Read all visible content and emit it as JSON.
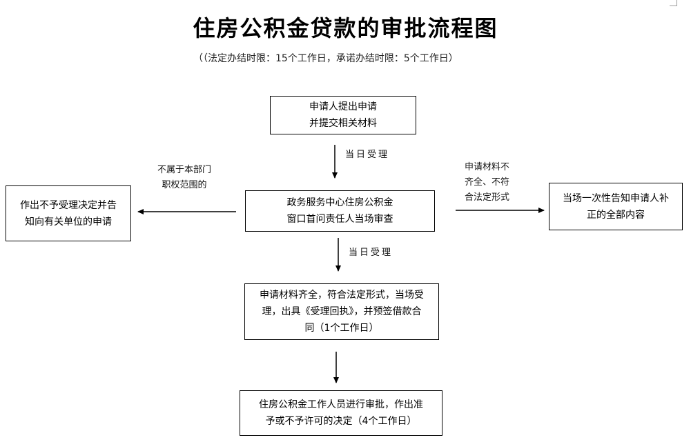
{
  "title": "住房公积金贷款的审批流程图",
  "subtitle": "（（法定办结时限：15个工作日，承诺办结时限：5个工作日）",
  "boxes": {
    "apply": "申请人提出申请\n并提交相关材料",
    "review": "政务服务中心住房公积金\n窗口首问责任人当场审查",
    "reject": "作出不予受理决定并告\n知向有关单位的申请",
    "supplement": "当场一次性告知申请人补\n正的全部内容",
    "accept": "申请材料齐全，符合法定形式，当场受\n理，出具《受理回执》，并预签借款合\n同（1个工作日）",
    "approve": "住房公积金工作人员进行审批，作出准\n予或不予许可的决定（4个工作日）"
  },
  "labels": {
    "same_day_1": "当日受理",
    "same_day_2": "当日受理",
    "not_dept": "不属于本部门\n职权范围的",
    "incomplete": "申请材料不\n齐全、不符\n合法定形式"
  }
}
